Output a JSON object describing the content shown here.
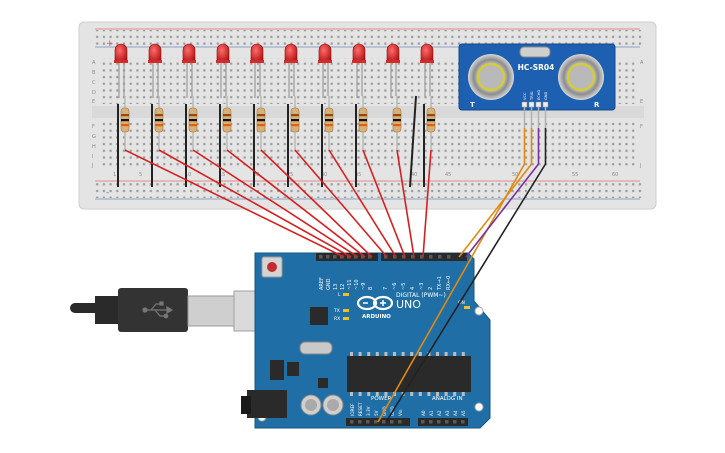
{
  "breadboard": {
    "row_letters_top": [
      "A",
      "B",
      "C",
      "D",
      "E"
    ],
    "row_letters_bottom": [
      "F",
      "G",
      "H",
      "I",
      "J"
    ],
    "column_numbers": [
      "1",
      "5",
      "10",
      "15",
      "20",
      "25",
      "30",
      "35",
      "40",
      "45",
      "50",
      "55",
      "60"
    ],
    "rail_plus": "+",
    "rail_minus": "-"
  },
  "leds": {
    "count": 10,
    "color": "#d42a2a"
  },
  "resistors": {
    "count": 10
  },
  "sensor": {
    "label": "HC-SR04",
    "pins": [
      "VCC",
      "TRIG",
      "ECHO",
      "GND"
    ],
    "corner_left": "T",
    "corner_right": "R"
  },
  "arduino": {
    "brand": "ARDUINO",
    "model": "UNO",
    "digital_label": "DIGITAL (PWM~)",
    "power_label": "POWER",
    "analog_label": "ANALOG IN",
    "header_top_left": [
      "AREF",
      "GND",
      "13",
      "12",
      "~11",
      "~10",
      "~9",
      "8"
    ],
    "header_top_right": [
      "7",
      "~6",
      "~5",
      "4",
      "~3",
      "2",
      "TX→1",
      "RX←0"
    ],
    "header_bottom_power": [
      "IOREF",
      "RESET",
      "3.3V",
      "5V",
      "GND",
      "GND",
      "Vin"
    ],
    "header_bottom_analog": [
      "A0",
      "A1",
      "A2",
      "A3",
      "A4",
      "A5"
    ],
    "leds_small": [
      "L",
      "TX",
      "RX"
    ],
    "on_label": "ON"
  },
  "colors": {
    "board_blue": "#1f6fa6",
    "breadboard": "#e6e6e6",
    "wire_red": "#d62020",
    "wire_black": "#222222",
    "wire_orange": "#e08a10",
    "wire_purple": "#7a2f9a",
    "sensor_blue": "#1d5fb0"
  }
}
